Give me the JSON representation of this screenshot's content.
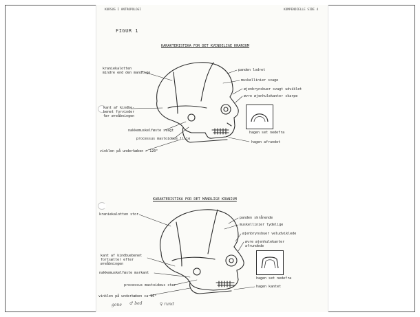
{
  "header": {
    "left": "KURSUS I ANTROPOLOGI",
    "right": "KOMPENDIELLE SIDE 4"
  },
  "figure_label": "FIGUR 1",
  "female": {
    "title": "KARAKTERISTIKA FOR DET KVINDELIGE KRANIUM",
    "left_labels": {
      "calotte_line1": "kraniekalotten",
      "calotte_line2": "mindre end den mandlige",
      "cheek_line1": "kant af kindbe-",
      "cheek_line2": "benet forvinder",
      "cheek_line3": "før øreåbningen",
      "neck": "nakkemuskelfæste svagt",
      "mastoid": "processus mastoideus lille",
      "angle": "vinklen på underkæben > 120°"
    },
    "right_labels": {
      "forehead": "panden lodret",
      "muscle": "muskellinier svage",
      "brow": "øjenbrynsbuer svagt udviklet",
      "orbit": "øvre øjenhulekanter skarpe",
      "chin_view": "hagen set nedefra",
      "chin": "hagen afrundet"
    }
  },
  "male": {
    "title": "KARAKTERISTIKA FOR DET MANDLIGE KRANIUM",
    "left_labels": {
      "calotte": "kraniekalotten stor",
      "cheek_line1": "kant af kindbuebenet",
      "cheek_line2": "fortsætter efter",
      "cheek_line3": "øreåbningen",
      "neck": "nakkemuskelfæste markant",
      "mastoid": "processus mastoideus stor",
      "angle": "vinklen på underkæben ca 90°"
    },
    "right_labels": {
      "forehead": "panden skrånende",
      "muscle": "muskellinier tydelige",
      "brow": "øjenbrynsbuer veludviklede",
      "orbit_line1": "øvre øjenhulekanter",
      "orbit_line2": "afrundede",
      "chin_view": "hagen set nedefra",
      "chin": "hagen kantet"
    }
  },
  "handwriting": {
    "w1": "gone",
    "w2": "♂ bed",
    "w3": "♀ rund"
  },
  "colors": {
    "ink": "#2b2b2b",
    "paper": "#fbfbf8",
    "frame": "#555555"
  }
}
